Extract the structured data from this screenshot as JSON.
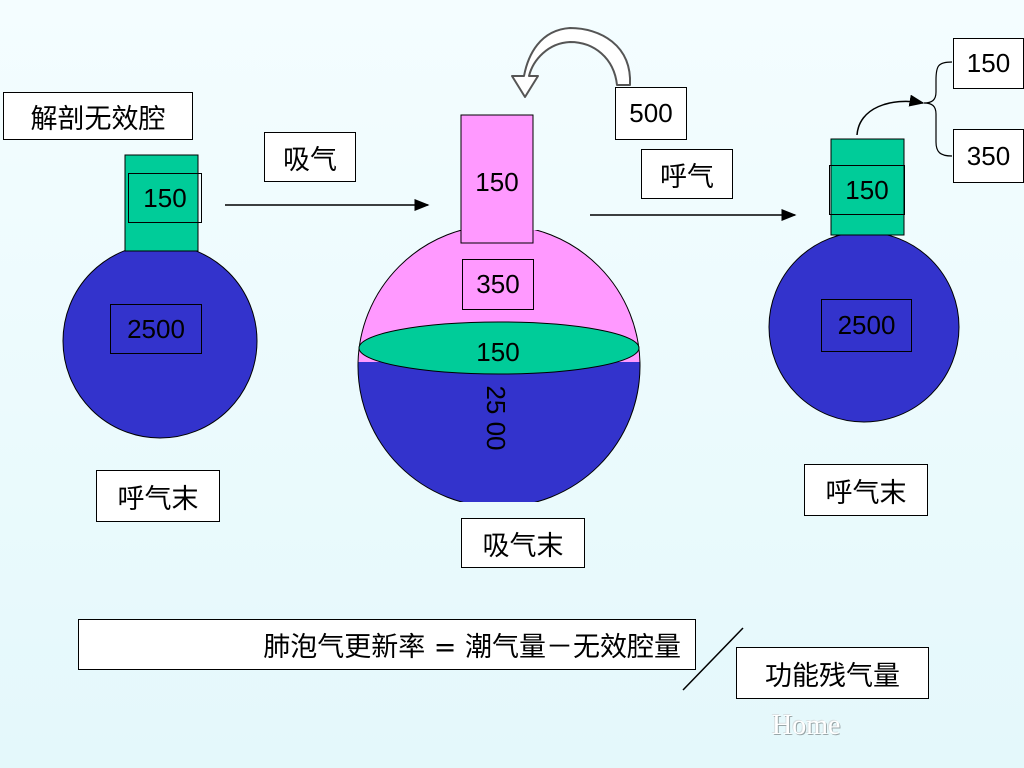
{
  "labels": {
    "anatomic_dead_space": "解剖无效腔",
    "inhale": "吸气",
    "exhale": "呼气",
    "end_expiration_left": "呼气末",
    "end_inspiration": "吸气末",
    "end_expiration_right": "呼气末",
    "formula": "肺泡气更新率 = 潮气量－无效腔量",
    "frc": "功能残气量",
    "home": "Home"
  },
  "values": {
    "left_dead_space": "150",
    "left_residual": "2500",
    "tidal_volume": "500",
    "mid_dead_space": "150",
    "mid_fresh_air": "350",
    "mid_old_air": "150",
    "mid_residual": "25 00",
    "right_dead_space": "150",
    "right_residual": "2500",
    "split_dead_space": "150",
    "split_alveolar": "350"
  },
  "colors": {
    "residual_blue": "#3333cc",
    "dead_space_green": "#00cc99",
    "fresh_air_pink": "#ff99ff",
    "background": "#eefbfd"
  }
}
